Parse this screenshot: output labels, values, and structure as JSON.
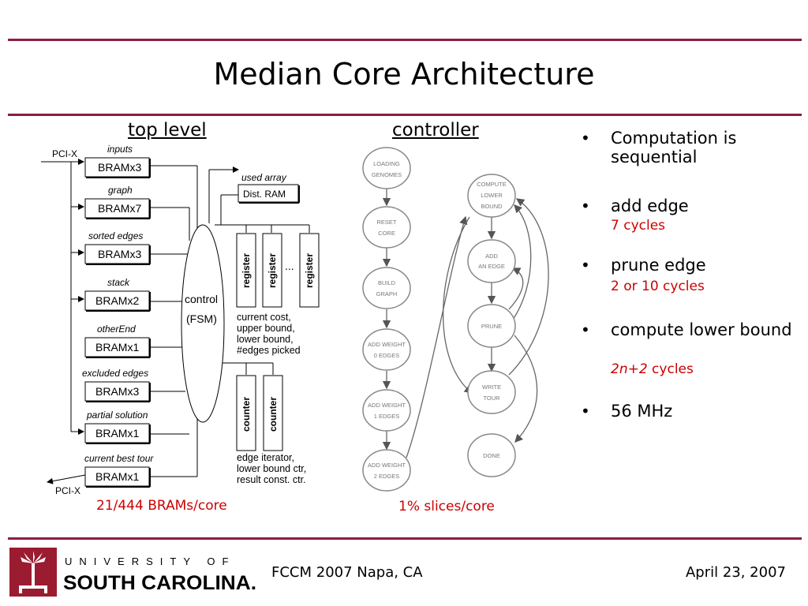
{
  "slide": {
    "title": "Median Core Architecture",
    "top_level_heading": "top level",
    "controller_heading": "controller",
    "brams_note": "21/444 BRAMs/core",
    "slices_note": "1% slices/core"
  },
  "top_level": {
    "pcix_in": "PCI-X",
    "pcix_out": "PCI-X",
    "brams": [
      {
        "caption": "inputs",
        "label": "BRAMx3"
      },
      {
        "caption": "graph",
        "label": "BRAMx7"
      },
      {
        "caption": "sorted edges",
        "label": "BRAMx3"
      },
      {
        "caption": "stack",
        "label": "BRAMx2"
      },
      {
        "caption": "otherEnd",
        "label": "BRAMx1"
      },
      {
        "caption": "excluded edges",
        "label": "BRAMx3"
      },
      {
        "caption": "partial solution",
        "label": "BRAMx1"
      },
      {
        "caption": "current best tour",
        "label": "BRAMx1"
      }
    ],
    "control_line1": "control",
    "control_line2": "(FSM)",
    "used_array_caption": "used array",
    "dist_ram": "Dist. RAM",
    "register_label": "register",
    "ellipsis": "...",
    "register_notes": [
      "current cost,",
      "upper bound,",
      "lower bound,",
      "#edges picked"
    ],
    "counter_label": "counter",
    "counter_notes": [
      "edge iterator,",
      "lower bound ctr,",
      "result const. ctr."
    ]
  },
  "controller": {
    "states": [
      {
        "id": "loading",
        "lines": [
          "LOADING",
          "GENOMES"
        ]
      },
      {
        "id": "reset",
        "lines": [
          "RESET",
          "CORE"
        ]
      },
      {
        "id": "build",
        "lines": [
          "BUILD",
          "GRAPH"
        ]
      },
      {
        "id": "aw0",
        "lines": [
          "ADD WEIGHT",
          "0 EDGES"
        ]
      },
      {
        "id": "aw1",
        "lines": [
          "ADD WEIGHT",
          "1 EDGES"
        ]
      },
      {
        "id": "aw2",
        "lines": [
          "ADD WEIGHT",
          "2 EDGES"
        ]
      },
      {
        "id": "compute",
        "lines": [
          "COMPUTE",
          "LOWER",
          "BOUND"
        ]
      },
      {
        "id": "add",
        "lines": [
          "ADD",
          "AN EDGE"
        ]
      },
      {
        "id": "prune",
        "lines": [
          "PRUNE"
        ]
      },
      {
        "id": "write",
        "lines": [
          "WRITE",
          "TOUR"
        ]
      },
      {
        "id": "done",
        "lines": [
          "DONE"
        ]
      }
    ]
  },
  "bullets": [
    {
      "text": "Computation is sequential",
      "sub": ""
    },
    {
      "text": "add edge",
      "sub": "7 cycles"
    },
    {
      "text": "prune edge",
      "sub": "2 or 10 cycles"
    },
    {
      "text": "compute lower bound",
      "sub_italic": "2n+2",
      "sub": " cycles"
    },
    {
      "text": "56 MHz",
      "sub": ""
    }
  ],
  "bullet_glyph": "•",
  "footer": {
    "university_line1": "UNIVERSITY OF",
    "university_line2": "SOUTH CAROLINA.",
    "event": "FCCM 2007  Napa, CA",
    "date": "April 23, 2007"
  },
  "colors": {
    "accent": "#8b1e3f",
    "note": "#cc0000"
  }
}
